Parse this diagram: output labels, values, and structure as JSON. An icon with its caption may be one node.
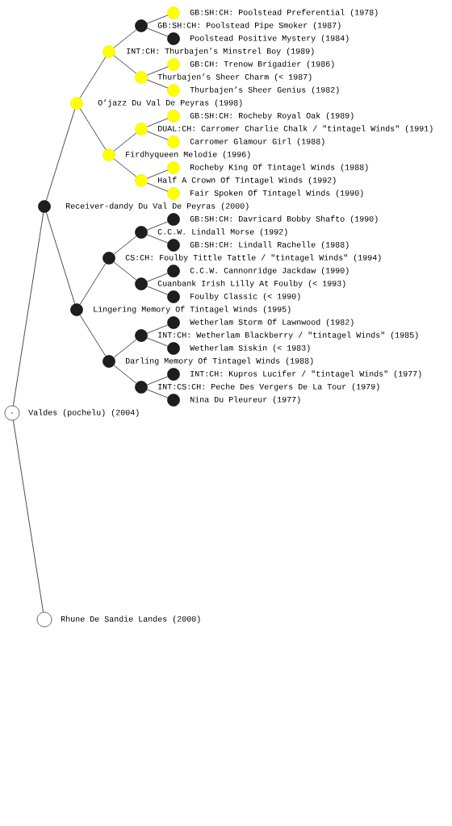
{
  "diagram": {
    "nodes": [
      {
        "text": [],
        "shape": "circle"
      },
      {
        "text": [],
        "shape": "circle"
      },
      {
        "text": [],
        "shape": "circle"
      },
      {
        "text": [],
        "shape": "circle"
      },
      {
        "text": [],
        "shape": "circle"
      },
      {
        "text": [],
        "shape": "circle"
      },
      {
        "text": [],
        "shape": "circle"
      },
      {
        "text": [],
        "shape": "circle"
      },
      {
        "text": [],
        "shape": "circle"
      },
      {
        "text": [],
        "shape": "circle"
      },
      {
        "text": [],
        "shape": "circle"
      },
      {
        "text": [],
        "shape": "circle"
      },
      {
        "text": [],
        "shape": "circle"
      },
      {
        "text": [],
        "shape": "circle"
      },
      {
        "text": [],
        "shape": "circle"
      },
      {
        "text": [],
        "shape": "circle"
      },
      {
        "text": [],
        "shape": "circle"
      },
      {
        "text": [],
        "shape": "circle"
      },
      {
        "text": [],
        "shape": "circle"
      },
      {
        "text": [],
        "shape": "circle"
      },
      {
        "text": [],
        "shape": "circle"
      },
      {
        "text": [],
        "shape": "circle"
      },
      {
        "text": [],
        "shape": "circle"
      },
      {
        "text": [],
        "shape": "circle"
      },
      {
        "text": [],
        "shape": "circle"
      },
      {
        "text": [],
        "shape": "circle"
      },
      {
        "text": [],
        "shape": "circle"
      },
      {
        "text": [],
        "shape": "circle"
      },
      {
        "text": [],
        "shape": "circle"
      },
      {
        "text": [],
        "shape": "circle"
      },
      {
        "text": [],
        "shape": "circle"
      },
      {
        "text": [],
        "shape": "circle"
      },
      {
        "text": [],
        "shape": "circle"
      }
    ],
    "edges": [
      {
        "from": 31,
        "to": 15,
        "arrow": "none"
      },
      {
        "from": 31,
        "to": 32,
        "arrow": "none"
      },
      {
        "from": 15,
        "to": 7,
        "arrow": "none"
      },
      {
        "from": 15,
        "to": 23,
        "arrow": "none"
      },
      {
        "from": 7,
        "to": 3,
        "arrow": "none"
      },
      {
        "from": 7,
        "to": 11,
        "arrow": "none"
      },
      {
        "from": 3,
        "to": 1,
        "arrow": "none"
      },
      {
        "from": 3,
        "to": 5,
        "arrow": "none"
      },
      {
        "from": 1,
        "to": 0,
        "arrow": "none"
      },
      {
        "from": 1,
        "to": 2,
        "arrow": "none"
      },
      {
        "from": 5,
        "to": 4,
        "arrow": "none"
      },
      {
        "from": 5,
        "to": 6,
        "arrow": "none"
      },
      {
        "from": 11,
        "to": 9,
        "arrow": "none"
      },
      {
        "from": 11,
        "to": 13,
        "arrow": "none"
      },
      {
        "from": 9,
        "to": 8,
        "arrow": "none"
      },
      {
        "from": 9,
        "to": 10,
        "arrow": "none"
      },
      {
        "from": 13,
        "to": 12,
        "arrow": "none"
      },
      {
        "from": 13,
        "to": 14,
        "arrow": "none"
      },
      {
        "from": 23,
        "to": 19,
        "arrow": "none"
      },
      {
        "from": 23,
        "to": 27,
        "arrow": "none"
      },
      {
        "from": 19,
        "to": 17,
        "arrow": "none"
      },
      {
        "from": 19,
        "to": 21,
        "arrow": "none"
      },
      {
        "from": 17,
        "to": 16,
        "arrow": "none"
      },
      {
        "from": 17,
        "to": 18,
        "arrow": "none"
      },
      {
        "from": 21,
        "to": 20,
        "arrow": "none"
      },
      {
        "from": 21,
        "to": 22,
        "arrow": "none"
      },
      {
        "from": 27,
        "to": 25,
        "arrow": "none"
      },
      {
        "from": 27,
        "to": 29,
        "arrow": "none"
      },
      {
        "from": 25,
        "to": 24,
        "arrow": "none"
      },
      {
        "from": 25,
        "to": 26,
        "arrow": "none"
      },
      {
        "from": 29,
        "to": 28,
        "arrow": "none"
      },
      {
        "from": 29,
        "to": 30,
        "arrow": "none"
      }
    ],
    "labels": [
      "GB:SH:CH: Poolstead Preferential (1978)",
      "GB:SH:CH: Poolstead Pipe Smoker (1987)",
      "Poolstead Positive Mystery (1984)",
      "INT:CH: Thurbajen’s Minstrel Boy (1989)",
      "GB:CH: Trenow Brigadier (1986)",
      "Thurbajen’s Sheer Charm (< 1987)",
      "Thurbajen’s Sheer Genius (1982)",
      "O’jazz Du Val De Peyras (1998)",
      "GB:SH:CH: Rocheby Royal Oak (1989)",
      "DUAL:CH: Carromer Charlie Chalk / \"tintagel Winds\" (1991)",
      "Carromer Glamour Girl (1988)",
      "Firdhyqueen Melodie (1996)",
      "Rocheby King Of Tintagel Winds (1988)",
      "Half A Crown Of Tintagel Winds (1992)",
      "Fair Spoken Of Tintagel Winds (1990)",
      "Receiver-dandy Du Val De Peyras (2000)",
      "GB:SH:CH: Davricard Bobby Shafto (1990)",
      "C.C.W. Lindall Morse (1992)",
      "GB:SH:CH: Lindall Rachelle (1988)",
      "CS:CH: Foulby Tittle Tattle / \"tintagel Winds\" (1994)",
      "C.C.W. Cannonridge Jackdaw (1990)",
      "Cuanbank Irish Lilly At Foulby (< 1993)",
      "Foulby Classic (< 1990)",
      "Lingering Memory Of Tintagel Winds (1995)",
      "Wetherlam Storm Of Lawnwood (1982)",
      "INT:CH: Wetherlam Blackberry / \"tintagel Winds\" (1985)",
      "Wetherlam Siskin (< 1983)",
      "Darling Memory Of Tintagel Winds (1988)",
      "INT:CH: Kupros Lucifer / \"tintagel Winds\" (1977)",
      "INT:CS:CH: Peche Des Vergers De La Tour (1979)",
      "Nina Du Pleureur (1977)",
      "Valdes (pochelu) (2004)",
      "Rhune De Sandie Landes (2000)"
    ]
  }
}
